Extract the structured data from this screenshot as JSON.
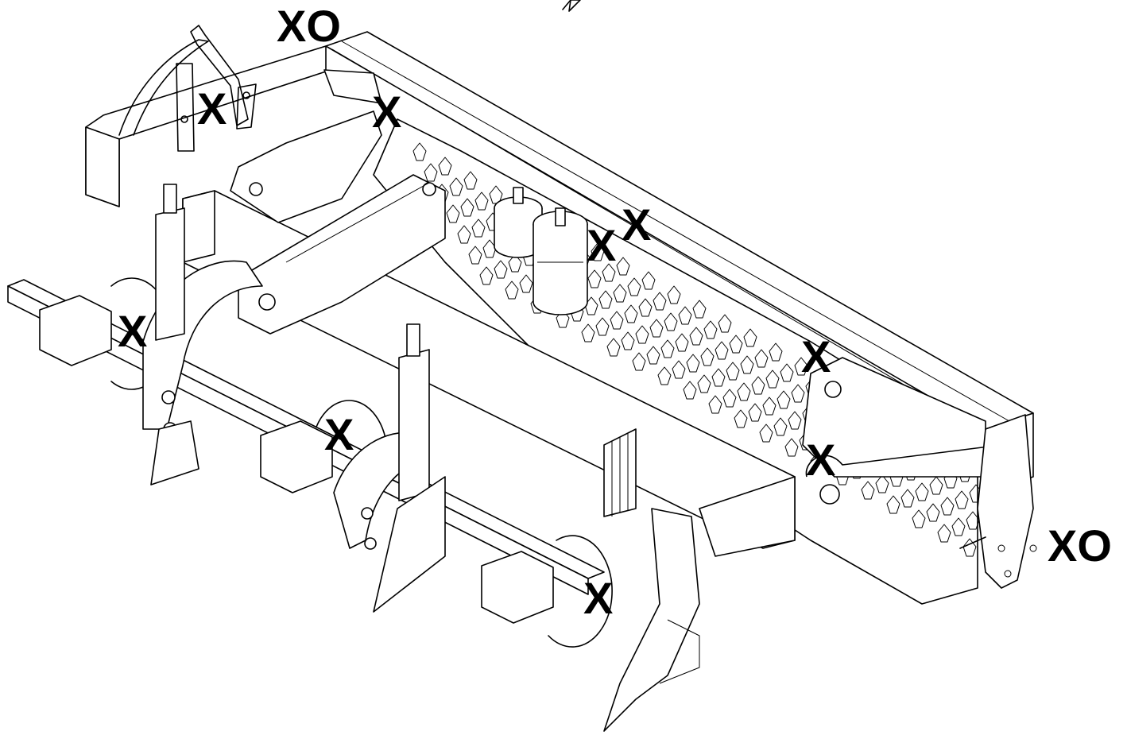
{
  "diagram": {
    "subject": "subsoiler-with-packer-roller",
    "line_color": "#000000",
    "background": "#ffffff"
  },
  "marks": {
    "xo_top": "XO",
    "xo_right": "XO",
    "x1": "X",
    "x2": "X",
    "x3": "X",
    "x4": "X",
    "x5": "X",
    "x6": "X",
    "x7": "X",
    "x8": "X",
    "x9": "X"
  }
}
